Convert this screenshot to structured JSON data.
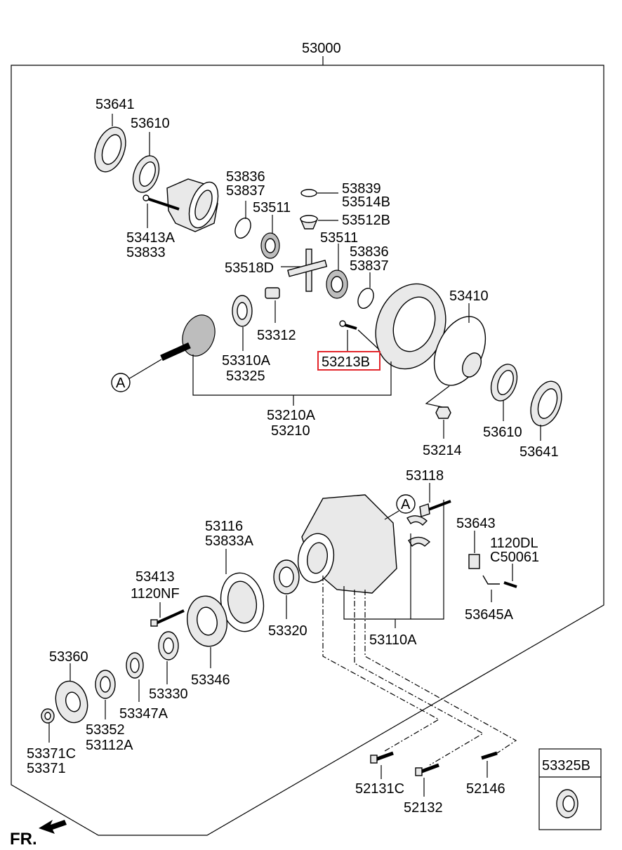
{
  "assembly_number": "53000",
  "orientation_label": "FR.",
  "callout_letter": "A",
  "highlighted_part": "53213B",
  "labels": {
    "p53641_top": "53641",
    "p53610_top": "53610",
    "p53413A": "53413A",
    "p53833": "53833",
    "p53836_top": "53836",
    "p53837_top": "53837",
    "p53511_top": "53511",
    "p53839": "53839",
    "p53514B": "53514B",
    "p53512B": "53512B",
    "p53511_mid": "53511",
    "p53836_mid": "53836",
    "p53837_mid": "53837",
    "p53518D": "53518D",
    "p53410": "53410",
    "p53312": "53312",
    "p53310A": "53310A",
    "p53325": "53325",
    "p53213B": "53213B",
    "p53210A": "53210A",
    "p53210": "53210",
    "p53214": "53214",
    "p53610_bot": "53610",
    "p53641_bot": "53641",
    "p53118": "53118",
    "p53643": "53643",
    "p1120DL": "1120DL",
    "pC50061": "C50061",
    "p53645A": "53645A",
    "p53116": "53116",
    "p53833A": "53833A",
    "p53413": "53413",
    "p1120NF": "1120NF",
    "p53320": "53320",
    "p53110A": "53110A",
    "p53360": "53360",
    "p53346": "53346",
    "p53330": "53330",
    "p53347A": "53347A",
    "p53352": "53352",
    "p53112A": "53112A",
    "p53371C": "53371C",
    "p53371": "53371",
    "p52131C": "52131C",
    "p52132": "52132",
    "p52146": "52146",
    "p53325B": "53325B"
  }
}
